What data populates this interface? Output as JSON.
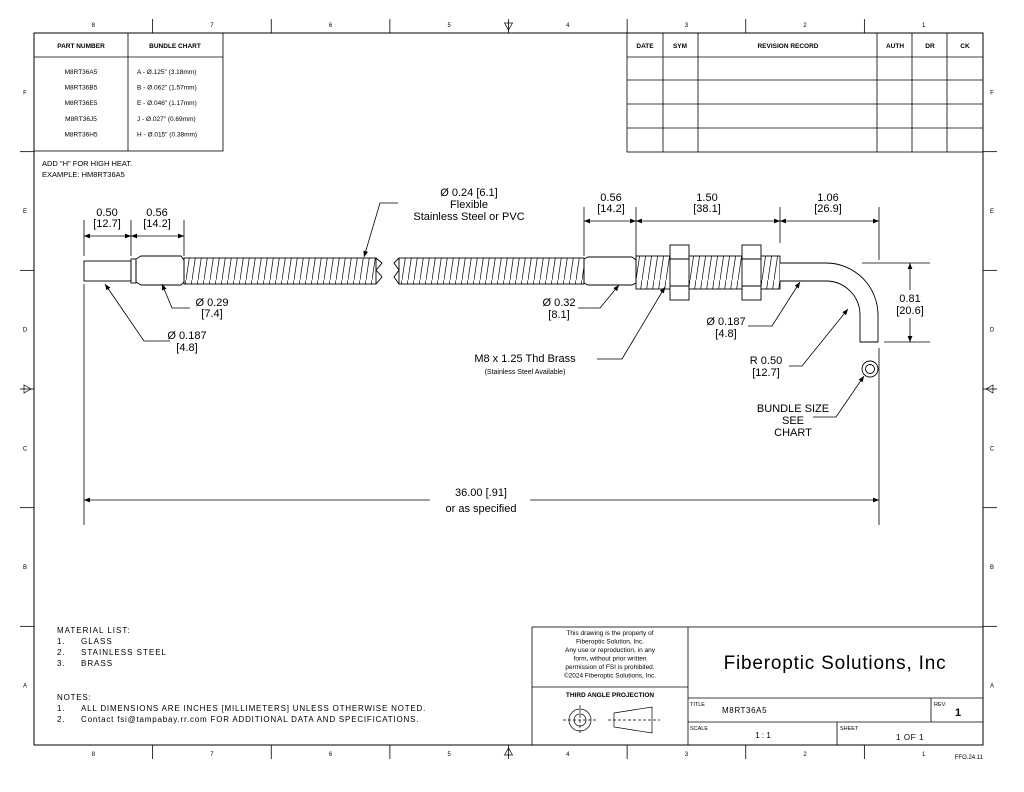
{
  "grid": {
    "columns": [
      "8",
      "7",
      "6",
      "5",
      "4",
      "3",
      "2",
      "1"
    ],
    "rows": [
      "F",
      "E",
      "D",
      "C",
      "B",
      "A"
    ]
  },
  "parts_table": {
    "headers": [
      "PART NUMBER",
      "BUNDLE CHART"
    ],
    "rows": [
      [
        "M8RT36A5",
        "A - Ø.125\" (3.18mm)"
      ],
      [
        "M8RT36B5",
        "B - Ø.062\" (1.57mm)"
      ],
      [
        "M8RT36E5",
        "E - Ø.046\" (1.17mm)"
      ],
      [
        "M8RT36J5",
        "J - Ø.027\" (0.69mm)"
      ],
      [
        "M8RT36H5",
        "H - Ø.015\" (0.38mm)"
      ]
    ]
  },
  "revision_table": {
    "headers": [
      "DATE",
      "SYM",
      "REVISION RECORD",
      "AUTH",
      "DR",
      "CK"
    ]
  },
  "high_heat_note": [
    "ADD \"H\" FOR HIGH HEAT.",
    "EXAMPLE: HM8RT36A5"
  ],
  "dimensions": {
    "d050": [
      "0.50",
      "[12.7]"
    ],
    "d056": [
      "0.56",
      "[14.2]"
    ],
    "sheath": [
      "Ø 0.24 [6.1]",
      "Flexible",
      "Stainless Steel or PVC"
    ],
    "d056b": [
      "0.56",
      "[14.2]"
    ],
    "d150": [
      "1.50",
      "[38.1]"
    ],
    "d106": [
      "1.06",
      "[26.9]"
    ],
    "d029": [
      "Ø 0.29",
      "[7.4]"
    ],
    "d0187a": [
      "Ø 0.187",
      "[4.8]"
    ],
    "d032": [
      "Ø 0.32",
      "[8.1]"
    ],
    "thread": [
      "M8 x 1.25 Thd Brass",
      "(Stainless Steel Available)"
    ],
    "d0187b": [
      "Ø 0.187",
      "[4.8]"
    ],
    "d081": [
      "0.81",
      "[20.6]"
    ],
    "radius": [
      "R 0.50",
      "[12.7]"
    ],
    "bundle": [
      "BUNDLE SIZE",
      "SEE",
      "CHART"
    ],
    "overall": [
      "36.00 [.91]",
      "or as specified"
    ]
  },
  "material_list": {
    "title": "MATERIAL LIST:",
    "items": [
      [
        "1.",
        "GLASS"
      ],
      [
        "2.",
        "STAINLESS STEEL"
      ],
      [
        "3.",
        "BRASS"
      ]
    ]
  },
  "notes": {
    "title": "NOTES:",
    "items": [
      [
        "1.",
        "ALL DIMENSIONS ARE INCHES [MILLIMETERS] UNLESS OTHERWISE NOTED."
      ],
      [
        "2.",
        "Contact fsi@tampabay.rr.com FOR ADDITIONAL DATA AND SPECIFICATIONS."
      ]
    ]
  },
  "title_block": {
    "property_notice": [
      "This drawing is the property of",
      "Fiberoptic Solution, Inc.",
      "Any use or reproduction, in any",
      "form, without prior written",
      "permission of FSI is prohibited.",
      "©2024 Fiberoptic Solutions, Inc."
    ],
    "projection_label": "THIRD ANGLE PROJECTION",
    "company": "Fiberoptic Solutions, Inc",
    "title_label": "TITLE",
    "title_value": "M8RT36A5",
    "rev_label": "REV.",
    "rev_value": "1",
    "scale_label": "SCALE",
    "scale_value": "1 : 1",
    "sheet_label": "SHEET",
    "sheet_value": "1  OF 1"
  },
  "form_code": "FFO.24.11"
}
